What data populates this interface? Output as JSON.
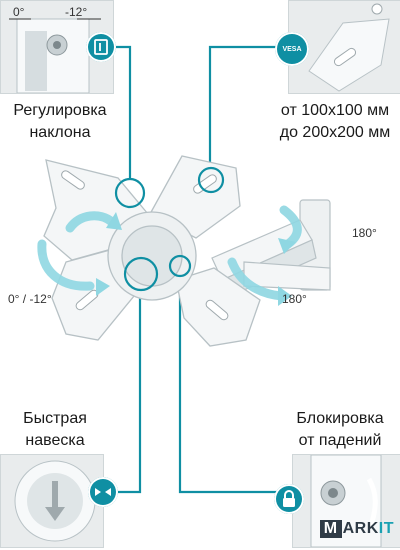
{
  "captions": {
    "tilt": [
      "Регулировка",
      "наклона"
    ],
    "vesa": [
      "от 100х100 мм",
      "до 200х200 мм"
    ],
    "quick_hang": [
      "Быстрая",
      "навеска"
    ],
    "fall_lock": [
      "Блокировка",
      "от падений"
    ]
  },
  "inset_labels": {
    "tilt_zero": "0°",
    "tilt_minus": "-12°",
    "vesa_badge": "VESA"
  },
  "rotation_labels": {
    "tilt_range": "0° / -12°",
    "swivel_right": "180°",
    "swivel_bottom": "180°"
  },
  "brand": {
    "first_letter": "M",
    "middle": "ARK",
    "highlight": "IT"
  },
  "colors": {
    "accent": "#0f8fa3",
    "mount_body": "#f4f6f7",
    "mount_shadow": "#c9d1d4",
    "arrow": "#8fd7e2"
  }
}
